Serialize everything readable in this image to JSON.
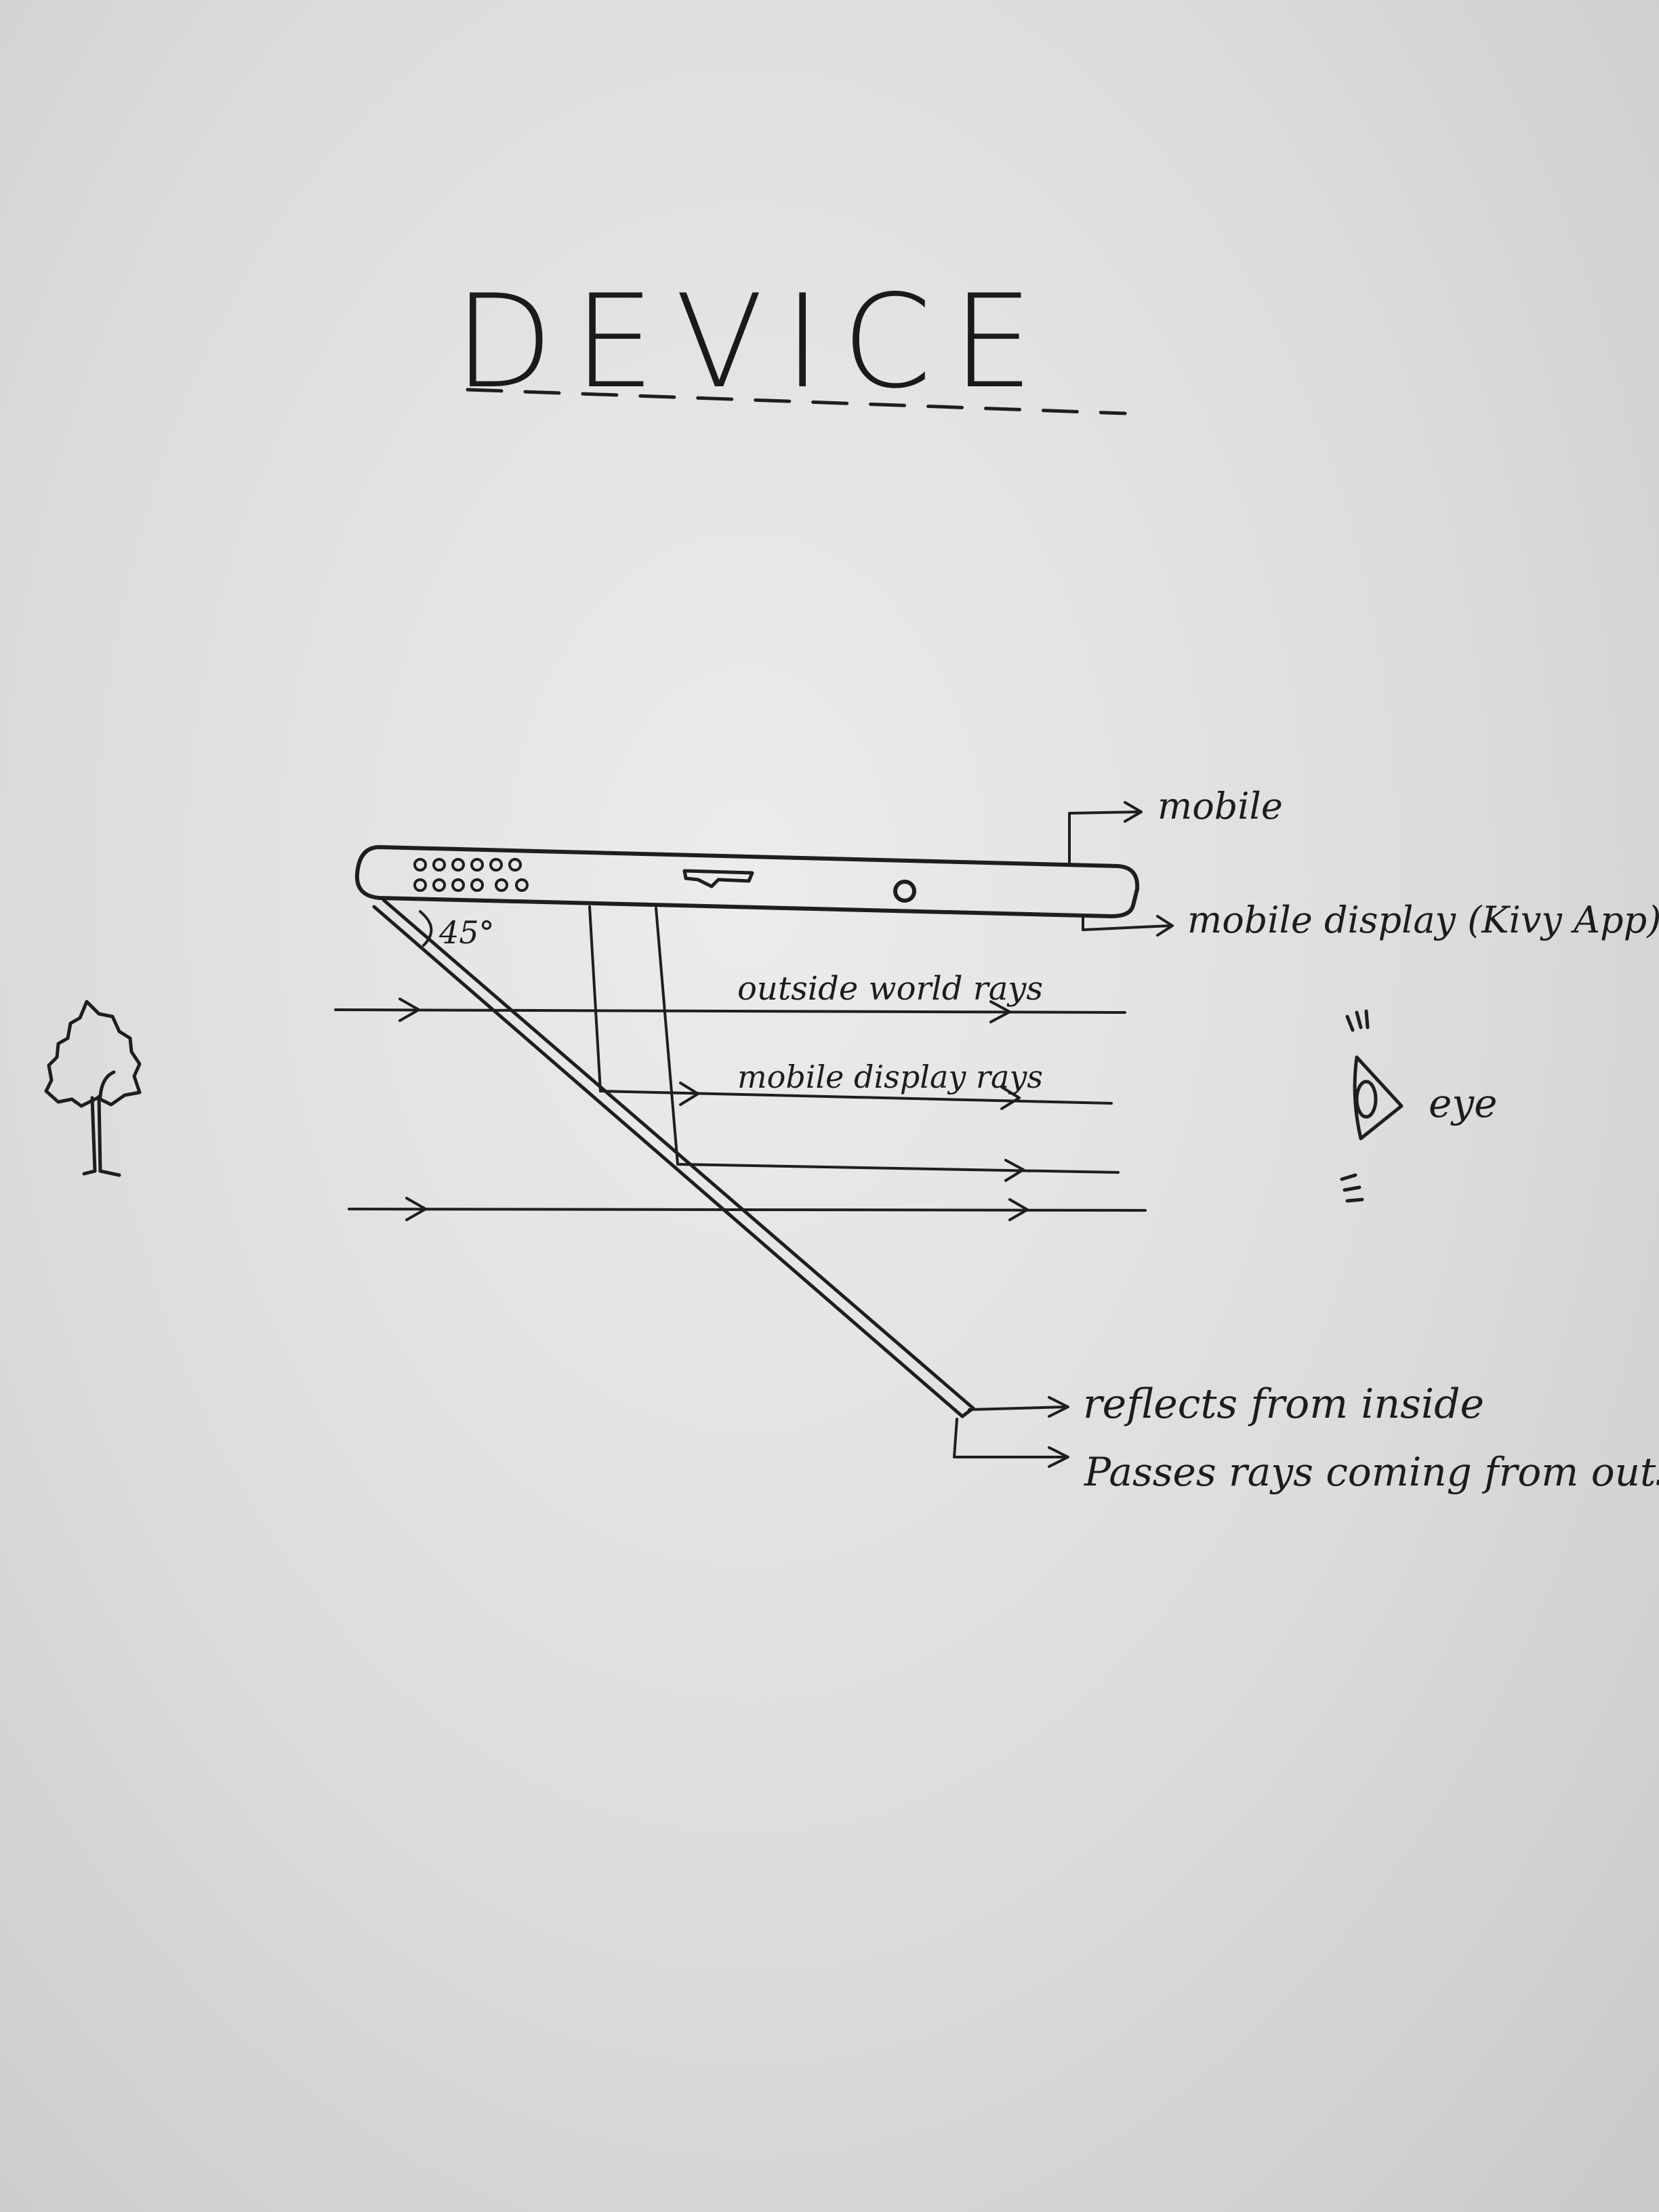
{
  "title": "DEVICE",
  "labels": {
    "mobile": "mobile",
    "mobile_display": "mobile display (Kivy App)",
    "outside_world_rays": "outside world rays",
    "mobile_display_rays": "mobile display rays",
    "angle": "45°",
    "eye": "eye",
    "reflects": "reflects from inside",
    "passes": "Passes rays coming from outside"
  },
  "icons": [
    "tree-icon",
    "eye-icon",
    "mobile-phone-icon",
    "mirror-glass-icon"
  ],
  "colors": {
    "paper": "#dcdcdc",
    "ink": "#1e1e1e"
  }
}
